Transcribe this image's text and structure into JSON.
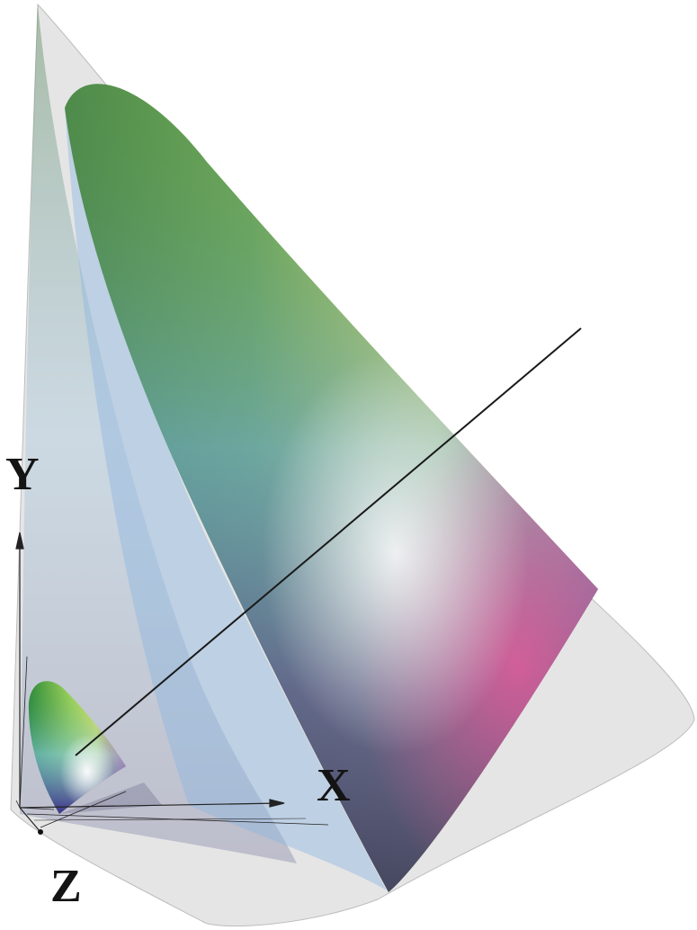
{
  "axes": {
    "x_label": "X",
    "y_label": "Y",
    "z_label": "Z"
  },
  "colors": {
    "cone_fill": "#c8c8c8",
    "axis_color": "#222222",
    "background": "#ffffff"
  }
}
